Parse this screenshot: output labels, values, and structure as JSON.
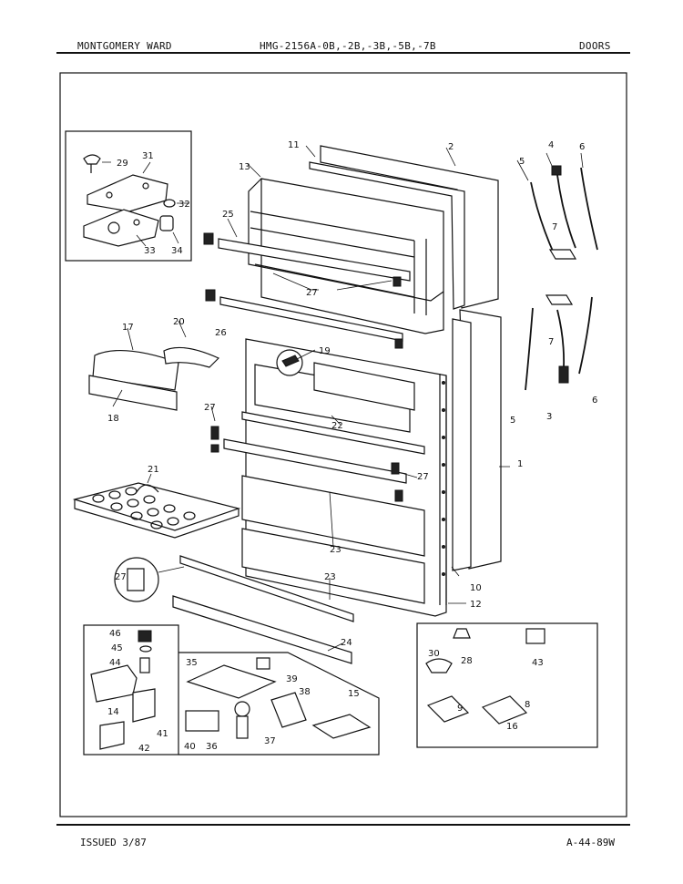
{
  "header": {
    "brand": "MONTGOMERY WARD",
    "model": "HMG-2156A-0B,-2B,-3B,-5B,-7B",
    "section": "DOORS"
  },
  "footer": {
    "issued": "ISSUED 3/87",
    "page_code": "A-44-89W"
  },
  "callouts": {
    "c1": "1",
    "c2": "2",
    "c3": "3",
    "c4": "4",
    "c5a": "5",
    "c5b": "5",
    "c6a": "6",
    "c6b": "6",
    "c7a": "7",
    "c7b": "7",
    "c8": "8",
    "c9": "9",
    "c10": "10",
    "c11": "11",
    "c12": "12",
    "c13": "13",
    "c14": "14",
    "c15": "15",
    "c16": "16",
    "c17": "17",
    "c18": "18",
    "c19": "19",
    "c20": "20",
    "c21": "21",
    "c22": "22",
    "c23a": "23",
    "c23b": "23",
    "c24": "24",
    "c25": "25",
    "c26": "26",
    "c27a": "27",
    "c27b": "27",
    "c27c": "27",
    "c27d": "27",
    "c28": "28",
    "c29": "29",
    "c30": "30",
    "c31": "31",
    "c32": "32",
    "c33": "33",
    "c34": "34",
    "c35": "35",
    "c36": "36",
    "c37": "37",
    "c38": "38",
    "c39": "39",
    "c40": "40",
    "c41": "41",
    "c42": "42",
    "c43": "43",
    "c44": "44",
    "c45": "45",
    "c46": "46"
  }
}
